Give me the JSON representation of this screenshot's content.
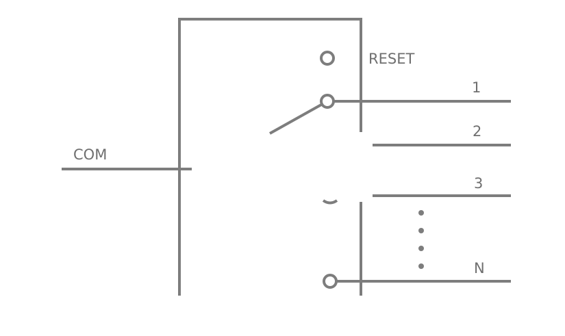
{
  "diagram": {
    "labels": {
      "com": "COM",
      "reset": "RESET",
      "out_1": "1",
      "out_2": "2",
      "out_3": "3",
      "out_n": "N"
    },
    "colors": {
      "line": "#7d7d7d",
      "text": "#6f6f6f",
      "background": "#ffffff"
    }
  }
}
